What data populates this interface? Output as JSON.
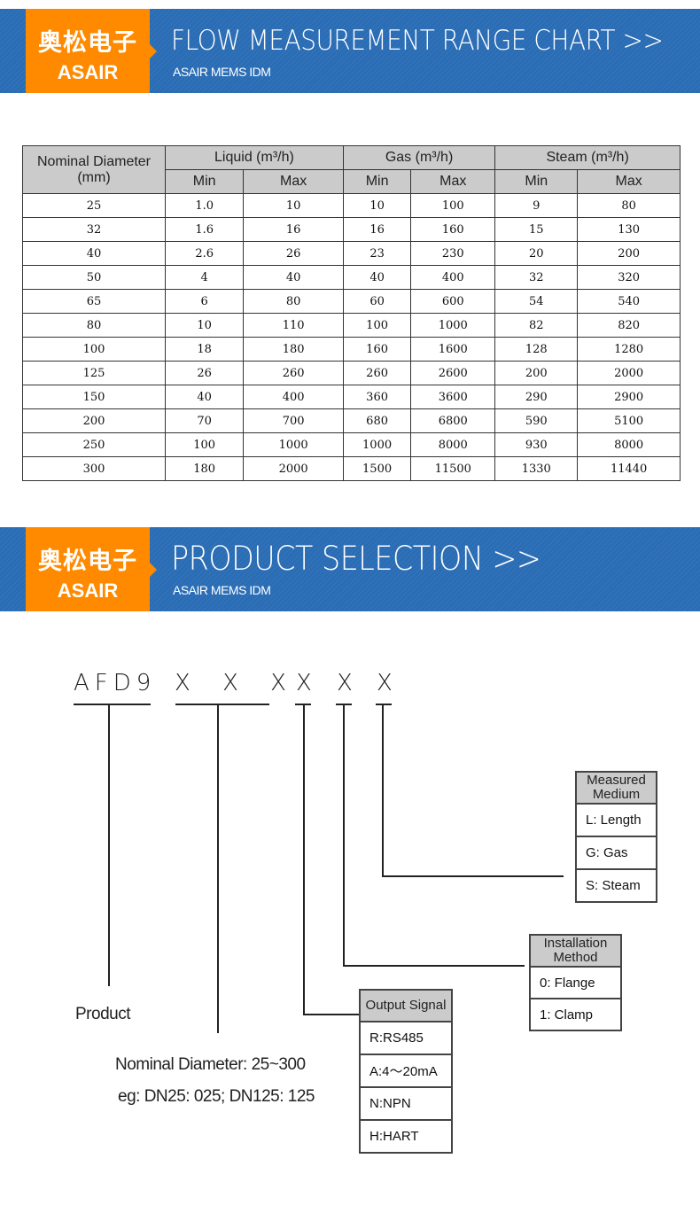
{
  "banner1": {
    "brand_cn": "奥松电子",
    "brand_en": "ASAIR",
    "title": "FLOW MEASUREMENT RANGE CHART  >>",
    "subtitle": "ASAIR MEMS IDM"
  },
  "banner2": {
    "brand_cn": "奥松电子",
    "brand_en": "ASAIR",
    "title": "PRODUCT SELECTION >>",
    "subtitle": "ASAIR MEMS IDM"
  },
  "table": {
    "col0": "Nominal Diameter (mm)",
    "groups": [
      "Liquid (m³/h)",
      "Gas (m³/h)",
      "Steam (m³/h)"
    ],
    "sub": [
      "Min",
      "Max",
      "Min",
      "Max",
      "Min",
      "Max"
    ],
    "rows": [
      [
        "25",
        "1.0",
        "10",
        "10",
        "100",
        "9",
        "80"
      ],
      [
        "32",
        "1.6",
        "16",
        "16",
        "160",
        "15",
        "130"
      ],
      [
        "40",
        "2.6",
        "26",
        "23",
        "230",
        "20",
        "200"
      ],
      [
        "50",
        "4",
        "40",
        "40",
        "400",
        "32",
        "320"
      ],
      [
        "65",
        "6",
        "80",
        "60",
        "600",
        "54",
        "540"
      ],
      [
        "80",
        "10",
        "110",
        "100",
        "1000",
        "82",
        "820"
      ],
      [
        "100",
        "18",
        "180",
        "160",
        "1600",
        "128",
        "1280"
      ],
      [
        "125",
        "26",
        "260",
        "260",
        "2600",
        "200",
        "2000"
      ],
      [
        "150",
        "40",
        "400",
        "360",
        "3600",
        "290",
        "2900"
      ],
      [
        "200",
        "70",
        "700",
        "680",
        "6800",
        "590",
        "5100"
      ],
      [
        "250",
        "100",
        "1000",
        "1000",
        "8000",
        "930",
        "8000"
      ],
      [
        "300",
        "180",
        "2000",
        "1500",
        "11500",
        "1330",
        "11440"
      ]
    ]
  },
  "selection": {
    "code": {
      "prefix": "AFD9",
      "diam": "X X X",
      "out": "X",
      "inst": "X",
      "medium": "X"
    },
    "product": "Product",
    "nominal1": "Nominal Diameter: 25~300",
    "nominal2": "eg: DN25: 025; DN125: 125",
    "medium": {
      "title": "Measured Medium",
      "items": [
        "L: Length",
        "G:   Gas",
        "S:  Steam"
      ]
    },
    "install": {
      "title": "Installation Method",
      "items": [
        "0:  Flange",
        "1:  Clamp"
      ]
    },
    "output": {
      "title": "Output Signal",
      "items": [
        "R:RS485",
        "A:4～20mA",
        "N:NPN",
        "H:HART"
      ]
    }
  }
}
